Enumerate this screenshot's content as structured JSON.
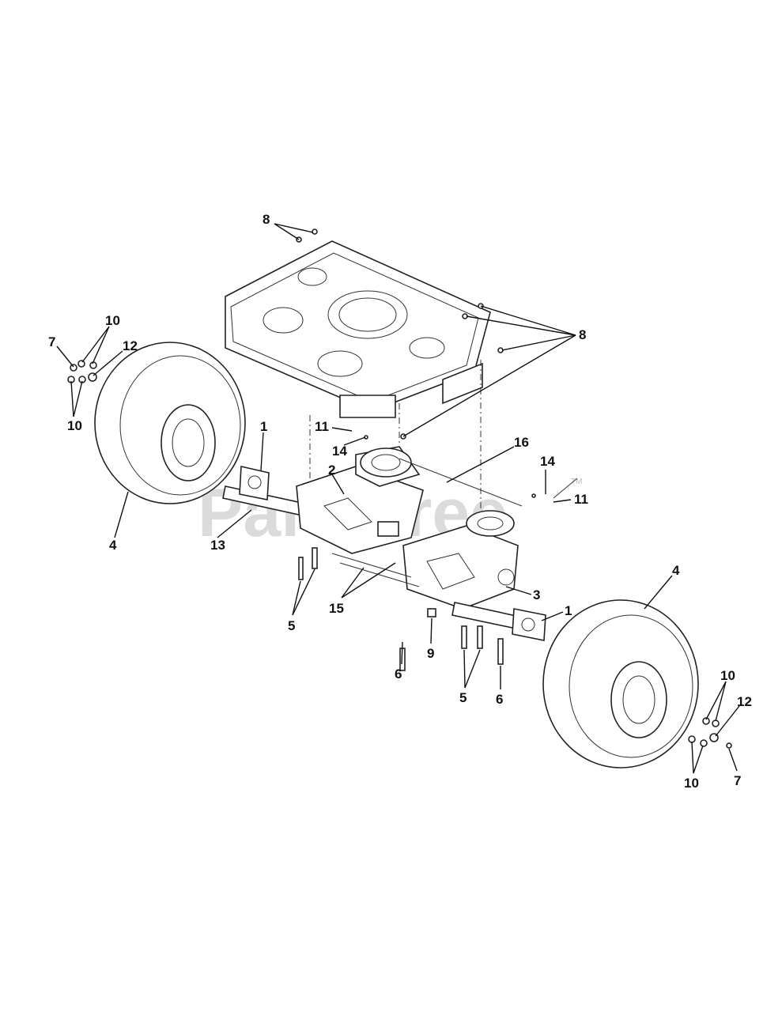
{
  "watermark": {
    "text": "PartsTree",
    "trademark": "TM"
  },
  "callouts": [
    {
      "id": "c8a",
      "label": "8"
    },
    {
      "id": "c8b",
      "label": "8"
    },
    {
      "id": "c10a",
      "label": "10"
    },
    {
      "id": "c7a",
      "label": "7"
    },
    {
      "id": "c12a",
      "label": "12"
    },
    {
      "id": "c10b",
      "label": "10"
    },
    {
      "id": "c1a",
      "label": "1"
    },
    {
      "id": "c11a",
      "label": "11"
    },
    {
      "id": "c14a",
      "label": "14"
    },
    {
      "id": "c16",
      "label": "16"
    },
    {
      "id": "c2",
      "label": "2"
    },
    {
      "id": "c14b",
      "label": "14"
    },
    {
      "id": "c11b",
      "label": "11"
    },
    {
      "id": "c4a",
      "label": "4"
    },
    {
      "id": "c13",
      "label": "13"
    },
    {
      "id": "c5a",
      "label": "5"
    },
    {
      "id": "c15",
      "label": "15"
    },
    {
      "id": "c3",
      "label": "3"
    },
    {
      "id": "c4b",
      "label": "4"
    },
    {
      "id": "c1b",
      "label": "1"
    },
    {
      "id": "c6a",
      "label": "6"
    },
    {
      "id": "c9",
      "label": "9"
    },
    {
      "id": "c5b",
      "label": "5"
    },
    {
      "id": "c6b",
      "label": "6"
    },
    {
      "id": "c10c",
      "label": "10"
    },
    {
      "id": "c12b",
      "label": "12"
    },
    {
      "id": "c10d",
      "label": "10"
    },
    {
      "id": "c7b",
      "label": "7"
    }
  ]
}
